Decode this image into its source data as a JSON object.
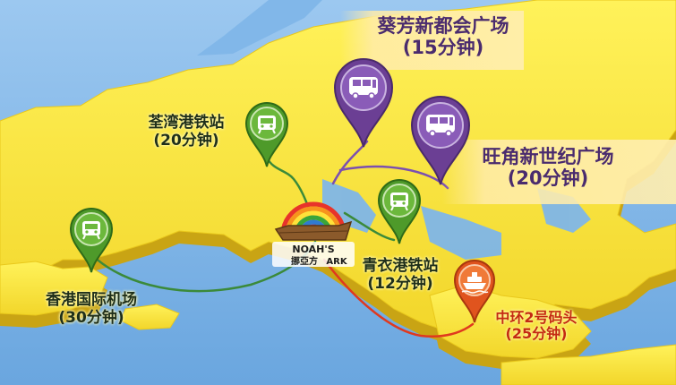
{
  "map": {
    "colors": {
      "sea": "#7fb6e8",
      "land_top": "#f7e23a",
      "land_side": "#c9a614",
      "bus_pin": "#4e9a2a",
      "mtr_pin_green": "#4e9a2a",
      "purple_pin": "#6b3f94",
      "ferry_pin": "#e0541e",
      "route_green": "#3b8a3a",
      "route_purple": "#7b4fb0",
      "route_red": "#e0391e"
    }
  },
  "logo": {
    "line1": "NOAH'S",
    "line2": "挪亞方",
    "line3": "ARK"
  },
  "locations": [
    {
      "id": "kwai-fong",
      "name": "葵芳新都会广场",
      "time": "(15分钟)",
      "icon": "bus-icon",
      "style": "purple"
    },
    {
      "id": "mong-kok",
      "name": "旺角新世纪广场",
      "time": "(20分钟)",
      "icon": "bus-icon",
      "style": "purple"
    },
    {
      "id": "tsuen-wan",
      "name": "荃湾港铁站",
      "time": "(20分钟)",
      "icon": "train-icon",
      "style": "green"
    },
    {
      "id": "airport",
      "name": "香港国际机场",
      "time": "(30分钟)",
      "icon": "train-icon",
      "style": "green"
    },
    {
      "id": "tsing-yi",
      "name": "青衣港铁站",
      "time": "(12分钟)",
      "icon": "train-icon",
      "style": "green"
    },
    {
      "id": "central-pier",
      "name": "中环2号码头",
      "time": "(25分钟)",
      "icon": "ferry-icon",
      "style": "red"
    }
  ]
}
